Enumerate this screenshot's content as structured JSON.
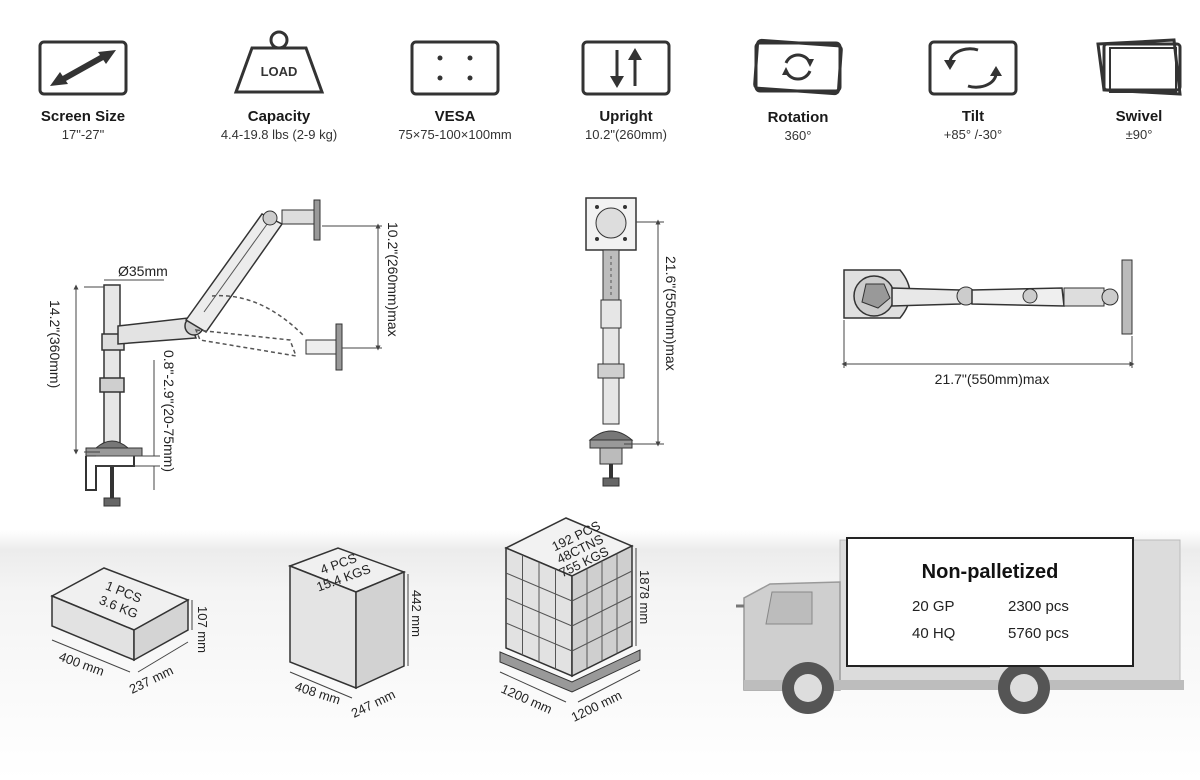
{
  "features": [
    {
      "title": "Screen Size",
      "value": "17\"-27\"",
      "icon": "diagonal-arrow-icon"
    },
    {
      "title": "Capacity",
      "value": "4.4-19.8 lbs (2-9 kg)",
      "icon": "load-weight-icon",
      "icon_text": "LOAD"
    },
    {
      "title": "VESA",
      "value": "75×75-100×100mm",
      "icon": "vesa-plate-icon"
    },
    {
      "title": "Upright",
      "value": "10.2\"(260mm)",
      "icon": "up-down-arrows-icon"
    },
    {
      "title": "Rotation",
      "value": "360°",
      "icon": "rotation-icon"
    },
    {
      "title": "Tilt",
      "value": "+85° /-30°",
      "icon": "tilt-icon"
    },
    {
      "title": "Swivel",
      "value": "±90°",
      "icon": "swivel-icon"
    }
  ],
  "side_view": {
    "pole_diameter": "Ø35mm",
    "pole_height": "14.2\"(360mm)",
    "clamp_range": "0.8\"-2.9\"(20-75mm)",
    "arm_travel": "10.2\"(260mm)max"
  },
  "front_view": {
    "height": "21.6\"(550mm)max"
  },
  "top_view": {
    "reach": "21.7\"(550mm)max"
  },
  "packaging": [
    {
      "label_lines": [
        "1 PCS",
        "3.6 KG"
      ],
      "width": "400 mm",
      "depth": "237 mm",
      "height": "107 mm"
    },
    {
      "label_lines": [
        "4 PCS",
        "15.4 KGS"
      ],
      "width": "408 mm",
      "depth": "247 mm",
      "height": "442 mm"
    },
    {
      "label_lines": [
        "192 PCS",
        "48CTNS",
        "755 KGS"
      ],
      "width": "1200 mm",
      "depth": "1200 mm",
      "height": "1878 mm"
    }
  ],
  "shipping": {
    "title": "Non-palletized",
    "rows": [
      {
        "container": "20 GP",
        "quantity": "2300 pcs"
      },
      {
        "container": "40 HQ",
        "quantity": "5760 pcs"
      }
    ]
  }
}
